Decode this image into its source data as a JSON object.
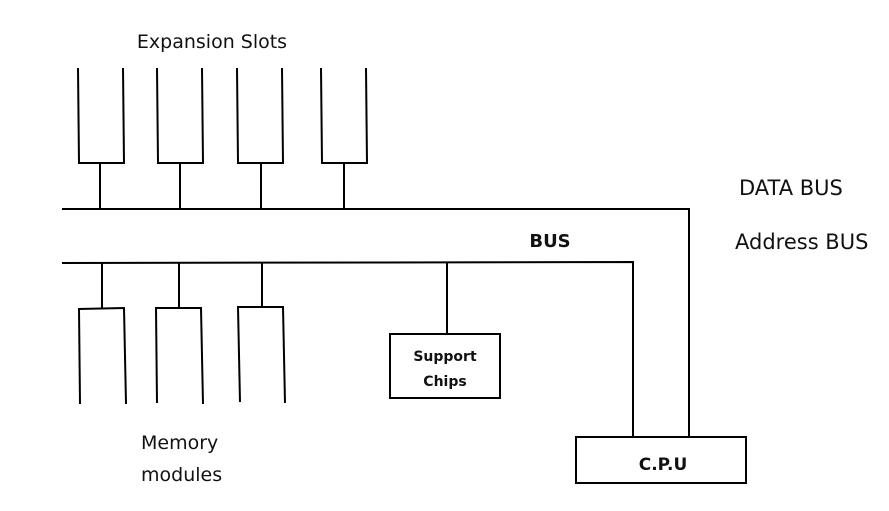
{
  "diagram": {
    "title": "Computer bus architecture",
    "labels": {
      "expansion_slots": "Expansion Slots",
      "data_bus": "DATA BUS",
      "address_bus": "Address BUS",
      "bus": "BUS",
      "memory_line1": "Memory",
      "memory_line2": "modules",
      "support_line1": "Support",
      "support_line2": "Chips",
      "cpu": "C.P.U"
    },
    "nodes": [
      {
        "id": "expansion-slot-1",
        "type": "expansion-slot"
      },
      {
        "id": "expansion-slot-2",
        "type": "expansion-slot"
      },
      {
        "id": "expansion-slot-3",
        "type": "expansion-slot"
      },
      {
        "id": "expansion-slot-4",
        "type": "expansion-slot"
      },
      {
        "id": "memory-module-1",
        "type": "memory-module"
      },
      {
        "id": "memory-module-2",
        "type": "memory-module"
      },
      {
        "id": "memory-module-3",
        "type": "memory-module"
      },
      {
        "id": "support-chips",
        "type": "box",
        "label": "Support Chips"
      },
      {
        "id": "cpu",
        "type": "box",
        "label": "C.P.U"
      }
    ],
    "edges": [
      {
        "from": "expansion-slot-1",
        "to": "data-bus"
      },
      {
        "from": "expansion-slot-2",
        "to": "data-bus"
      },
      {
        "from": "expansion-slot-3",
        "to": "data-bus"
      },
      {
        "from": "expansion-slot-4",
        "to": "data-bus"
      },
      {
        "from": "memory-module-1",
        "to": "address-bus"
      },
      {
        "from": "memory-module-2",
        "to": "address-bus"
      },
      {
        "from": "memory-module-3",
        "to": "address-bus"
      },
      {
        "from": "support-chips",
        "to": "address-bus"
      },
      {
        "from": "data-bus",
        "to": "cpu"
      },
      {
        "from": "address-bus",
        "to": "cpu"
      }
    ]
  }
}
